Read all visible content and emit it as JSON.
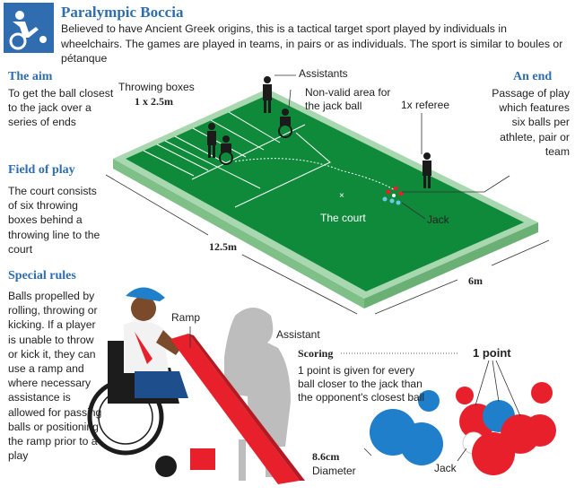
{
  "header": {
    "title": "Paralympic Boccia",
    "intro": "Believed to have Ancient Greek origins, this is a tactical target sport played by individuals in wheelchairs. The games are played in teams, in pairs or as individuals. The sport is similar to boules or pétanque"
  },
  "aim": {
    "heading": "The aim",
    "text": "To get the ball closest to the jack over a series of ends"
  },
  "field": {
    "heading": "Field of play",
    "text": "The court consists of six throwing boxes behind a throwing line to the court"
  },
  "rules": {
    "heading": "Special rules",
    "text": "Balls propelled by rolling, throwing or kicking. If a player is unable to throw or kick it, they can use a ramp and where necessary assistance is allowed for passing balls or positioning the ramp prior to a play"
  },
  "end": {
    "heading": "An end",
    "text": "Passage of play which features six balls per athlete, pair or team"
  },
  "court": {
    "assistants": "Assistants",
    "throwing_boxes": "Throwing boxes",
    "box_size": "1 x 2.5m",
    "non_valid": "Non-valid area for the jack ball",
    "referee": "1x referee",
    "the_court": "The court",
    "jack": "Jack",
    "length": "12.5m",
    "width": "6m"
  },
  "illustration": {
    "ramp": "Ramp",
    "assistant": "Assistant"
  },
  "scoring": {
    "heading": "Scoring",
    "text": "1 point is given for every ball closer to the jack than the opponent's closest ball",
    "point": "1 point",
    "diameter_value": "8.6cm",
    "diameter_label": "Diameter",
    "jack": "Jack"
  },
  "colors": {
    "accent_blue": "#2f6db0",
    "court_green": "#0e8a3a",
    "court_border": "#9fd3a8",
    "ball_red": "#e8202c",
    "ball_blue": "#1f7fcb"
  }
}
